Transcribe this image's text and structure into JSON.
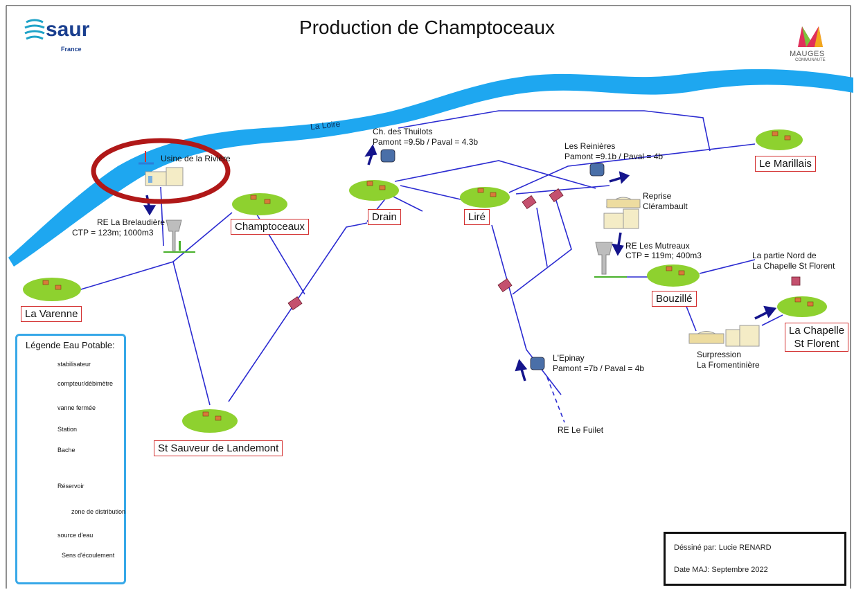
{
  "title": "Production de Champtoceaux",
  "logo_left": {
    "name": "saur",
    "sub": "France"
  },
  "logo_right": {
    "name": "MAUGES",
    "sub": "COMMUNAUTE"
  },
  "river": {
    "label": "La Loire",
    "color": "#1ea7f0"
  },
  "towns": {
    "la_varenne": "La Varenne",
    "champtoceaux": "Champtoceaux",
    "drain": "Drain",
    "lire": "Liré",
    "le_marillais": "Le Marillais",
    "bouzille": "Bouzillé",
    "la_chapelle": "La Chapelle\nSt Florent",
    "st_sauveur": "St Sauveur de Landemont"
  },
  "labels": {
    "usine": "Usine de la Rivière",
    "re_brelaudiere_1": "RE La Brelaudière",
    "re_brelaudiere_2": "CTP = 123m; 1000m3",
    "thuilots_1": "Ch. des Thuilots",
    "thuilots_2": "Pamont =9.5b / Paval = 4.3b",
    "reinieres_1": "Les Reinières",
    "reinieres_2": "Pamont =9.1b / Paval = 4b",
    "reprise_1": "Reprise",
    "reprise_2": "Clérambault",
    "mutreaux_1": "RE Les Mutreaux",
    "mutreaux_2": "CTP = 119m; 400m3",
    "nord_1": "La partie Nord de",
    "nord_2": "La Chapelle St Florent",
    "surpression_1": "Surpression",
    "surpression_2": "La Fromentinière",
    "epinay_1": "L'Epinay",
    "epinay_2": "Pamont =7b / Paval = 4b",
    "fuilet": "RE Le Fuilet"
  },
  "legend": {
    "title": "Légende Eau Potable:",
    "items": [
      "stabilisateur",
      "compteur/débimètre",
      "vanne fermée",
      "Station",
      "Bache",
      "Réservoir",
      "zone de distribution",
      "source d'eau",
      "Sens d'écoulement"
    ]
  },
  "credit": {
    "drawn_by": "Déssiné par: Lucie RENARD",
    "date": "Date MAJ: Septembre 2022"
  },
  "colors": {
    "pipe": "#2b2bd1",
    "highlight": "#b01818",
    "town_border": "#d32f2f",
    "legend_border": "#37a8e8"
  }
}
